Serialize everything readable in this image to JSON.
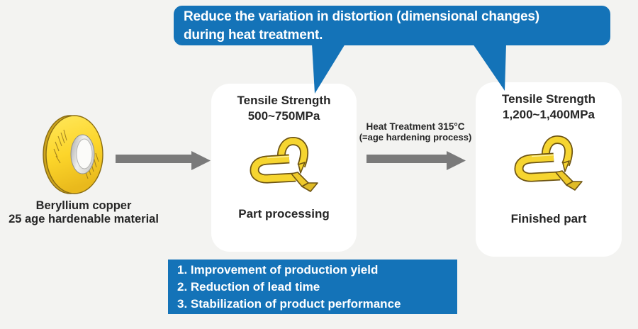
{
  "banner": {
    "line1": "Reduce the variation in distortion (dimensional changes)",
    "line2": "during heat treatment."
  },
  "material": {
    "label_line1": "Beryllium copper",
    "label_line2": "25 age hardenable material",
    "image": "copper-coil"
  },
  "process_card": {
    "tensile_line1": "Tensile Strength",
    "tensile_line2": "500~750MPa",
    "caption": "Part processing",
    "image": "stamped-contact-part"
  },
  "treatment": {
    "line1": "Heat Treatment 315°C",
    "line2": "(=age hardening process)"
  },
  "finished_card": {
    "tensile_line1": "Tensile Strength",
    "tensile_line2": "1,200~1,400MPa",
    "caption": "Finished part",
    "image": "stamped-contact-part"
  },
  "benefits": {
    "items": [
      "1. Improvement of production yield",
      "2. Reduction of lead time",
      "3. Stabilization of product performance"
    ]
  },
  "colors": {
    "accent_blue": "#1473b8",
    "arrow_gray": "#7a7a7a",
    "text_dark": "#262626",
    "background": "#f3f3f1",
    "card_white": "#ffffff",
    "part_gold": "#f6d530"
  }
}
